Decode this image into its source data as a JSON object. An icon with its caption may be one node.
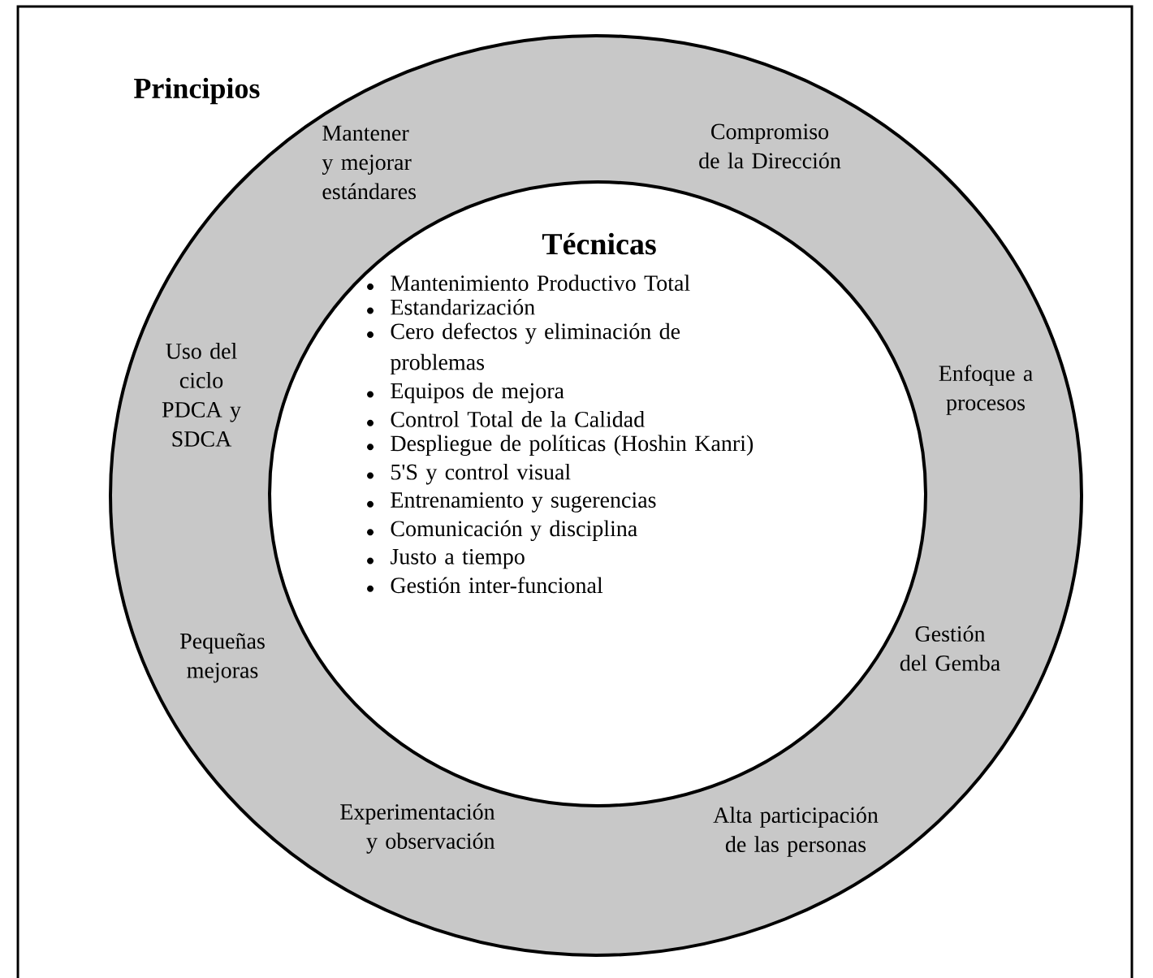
{
  "diagram": {
    "nodes": [
      {
        "text": [
          "Principios",
          "Mantener y mejorar estándares",
          "Compromiso de la Dirección",
          "Uso del ciclo PDCA y SDCA",
          "Enfoque a procesos",
          "Pequeñas mejoras",
          "Gestión del Gemba",
          "Experimentación y observación",
          "Alta participación de las personas"
        ]
      },
      {
        "text": [
          "Técnicas",
          "Mantenimiento Productivo Total",
          "Estandarización",
          "Cero defectos y eliminación de problemas",
          "Equipos de mejora",
          "Control Total de la Calidad",
          "Despliegue de políticas (Hoshin Kanri)",
          "5'S y control visual",
          "Entrenamiento y sugerencias",
          "Comunicación y disciplina",
          "Justo a tiempo",
          "Gestión inter-funcional"
        ],
        "in": 0
      }
    ]
  }
}
